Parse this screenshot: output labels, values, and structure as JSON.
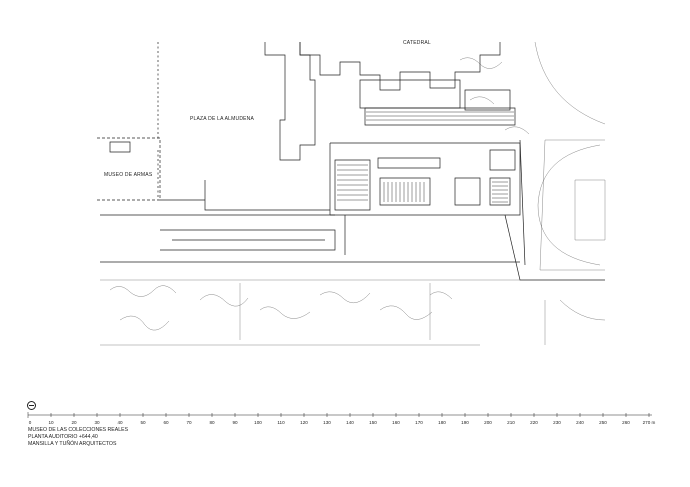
{
  "labels": {
    "plaza": "PLAZA DE LA ALMUDENA",
    "museo_armas": "MUSEO DE ARMAS",
    "catedral": "CATEDRAL"
  },
  "scale": {
    "unit": "m",
    "ticks": [
      "0",
      "10",
      "20",
      "30",
      "40",
      "50",
      "60",
      "70",
      "80",
      "90",
      "100",
      "110",
      "120",
      "130",
      "140",
      "150",
      "160",
      "170",
      "180",
      "190",
      "200",
      "210",
      "220",
      "230",
      "240",
      "250",
      "260",
      "270 m"
    ]
  },
  "caption": {
    "line1": "MUSEO DE LAS COLECCIONES REALES",
    "line2": "PLANTA AUDITORIO +644,40",
    "line3": "MANSILLA Y TUÑÓN ARQUITECTOS"
  },
  "icons": {
    "north": "north-arrow-icon"
  }
}
